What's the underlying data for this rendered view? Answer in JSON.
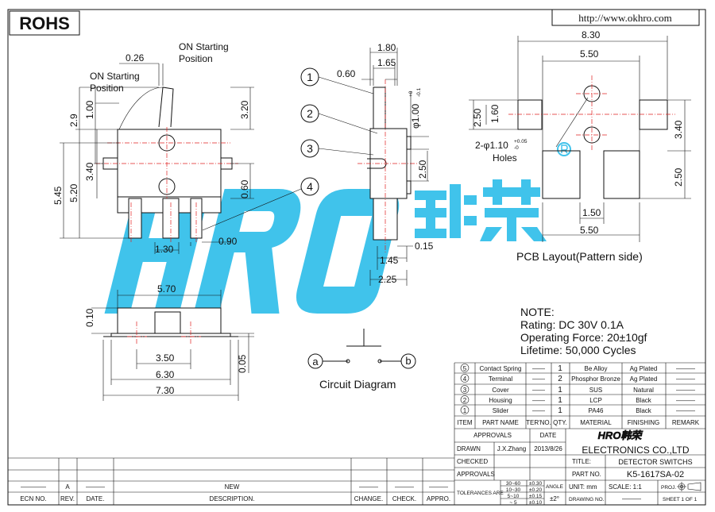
{
  "header": {
    "rohs": "ROHS",
    "url": "http://www.okhro.com"
  },
  "watermark": {
    "brand": "HRO",
    "cn": "韩荣",
    "reg": "®"
  },
  "front_view": {
    "dims": {
      "d026": "0.26",
      "d29": "2.9",
      "d100": "1.00",
      "d320": "3.20",
      "d545": "5.45",
      "d520": "5.20",
      "d340": "3.40",
      "d060": "0.60",
      "d130": "1.30",
      "d090": "0.90"
    },
    "labels": {
      "on1a": "ON Starting",
      "on1b": "Position",
      "on2a": "ON Starting",
      "on2b": "Position"
    }
  },
  "side_view": {
    "dims": {
      "d180": "1.80",
      "d165": "1.65",
      "d060": "0.60",
      "dia": "φ1.00",
      "tol_p": "+0",
      "tol_m": "-0.1",
      "d250": "2.50",
      "d015": "0.15",
      "d145": "1.45",
      "d225": "2.25"
    },
    "callouts": [
      "1",
      "2",
      "3",
      "4"
    ]
  },
  "pcb": {
    "dims": {
      "d830": "8.30",
      "d550a": "5.50",
      "d250a": "2.50",
      "d160": "1.60",
      "d340": "3.40",
      "d250b": "2.50",
      "d150": "1.50",
      "d550b": "5.50"
    },
    "holes": {
      "a": "2-φ1.10",
      "tp": "+0.05",
      "tm": "-0",
      "b": "Holes"
    },
    "title": "PCB Layout(Pattern side)"
  },
  "bottom_view": {
    "dims": {
      "d570": "5.70",
      "d010": "0.10",
      "d350": "3.50",
      "d630": "6.30",
      "d730": "7.30",
      "d005": "0.05"
    }
  },
  "circuit": {
    "a": "a",
    "b": "b",
    "title": "Circuit Diagram"
  },
  "note": {
    "title": "NOTE:",
    "lines": [
      "Rating: DC 30V 0.1A",
      "Operating Force: 20±10gf",
      "Lifetime:  50,000 Cycles"
    ]
  },
  "bom": {
    "rows": [
      {
        "item": "5",
        "name": "Contact Spring",
        "ter": "——",
        "qty": "1",
        "material": "Be Alloy",
        "finish": "Ag Plated",
        "remark": "———"
      },
      {
        "item": "4",
        "name": "Terminal",
        "ter": "——",
        "qty": "2",
        "material": "Phosphor Bronze",
        "finish": "Ag Plated",
        "remark": "———"
      },
      {
        "item": "3",
        "name": "Cover",
        "ter": "——",
        "qty": "1",
        "material": "SUS",
        "finish": "Natural",
        "remark": "———"
      },
      {
        "item": "2",
        "name": "Housing",
        "ter": "——",
        "qty": "1",
        "material": "LCP",
        "finish": "Black",
        "remark": "———"
      },
      {
        "item": "1",
        "name": "Slider",
        "ter": "——",
        "qty": "1",
        "material": "PA46",
        "finish": "Black",
        "remark": "———"
      }
    ],
    "headers": {
      "item": "ITEM",
      "name": "PART NAME",
      "ter": "TER'NO.",
      "qty": "QTY.",
      "material": "MATERIAL",
      "finish": "FINISHING",
      "remark": "REMARK"
    }
  },
  "title_block": {
    "approvals": "APPROVALS",
    "date": "DATE",
    "drawn": "DRAWN",
    "drawn_by": "J.X.Zhang",
    "drawn_date": "2013/8/26",
    "checked": "CHECKED",
    "approvals2": "APPROVALS",
    "company_logo": "HRO韩荣",
    "company": "ELECTRONICS CO.,LTD",
    "title_label": "TITLE:",
    "title": "DETECTOR SWITCHS",
    "part_label": "PART NO.",
    "part_no": "K5-1617SA-02",
    "tol_label": "TOLERANCES ARE",
    "tol": [
      {
        "r": "30~60",
        "v": "±0.30"
      },
      {
        "r": "10~30",
        "v": "±0.20"
      },
      {
        "r": "5~10",
        "v": "±0.15"
      },
      {
        "r": "~ 5",
        "v": "±0.10"
      }
    ],
    "angle": "ANGLE",
    "angle_val": "±2°",
    "unit": "UNIT: mm",
    "scale": "SCALE:  1:1",
    "proj": "PROJ.",
    "drawing_no": "DRAWING NO.",
    "drawing_no_val": "———",
    "sheet": "SHEET   1 OF 1"
  },
  "revision": {
    "row": {
      "ecn": "————",
      "rev": "A",
      "date": "———",
      "desc": "NEW",
      "change": "———",
      "check": "———",
      "appro": "———"
    },
    "headers": {
      "ecn": "ECN NO.",
      "rev": "REV.",
      "date": "DATE.",
      "desc": "DESCRIPTION.",
      "change": "CHANGE.",
      "check": "CHECK.",
      "appro": "APPRO."
    }
  }
}
